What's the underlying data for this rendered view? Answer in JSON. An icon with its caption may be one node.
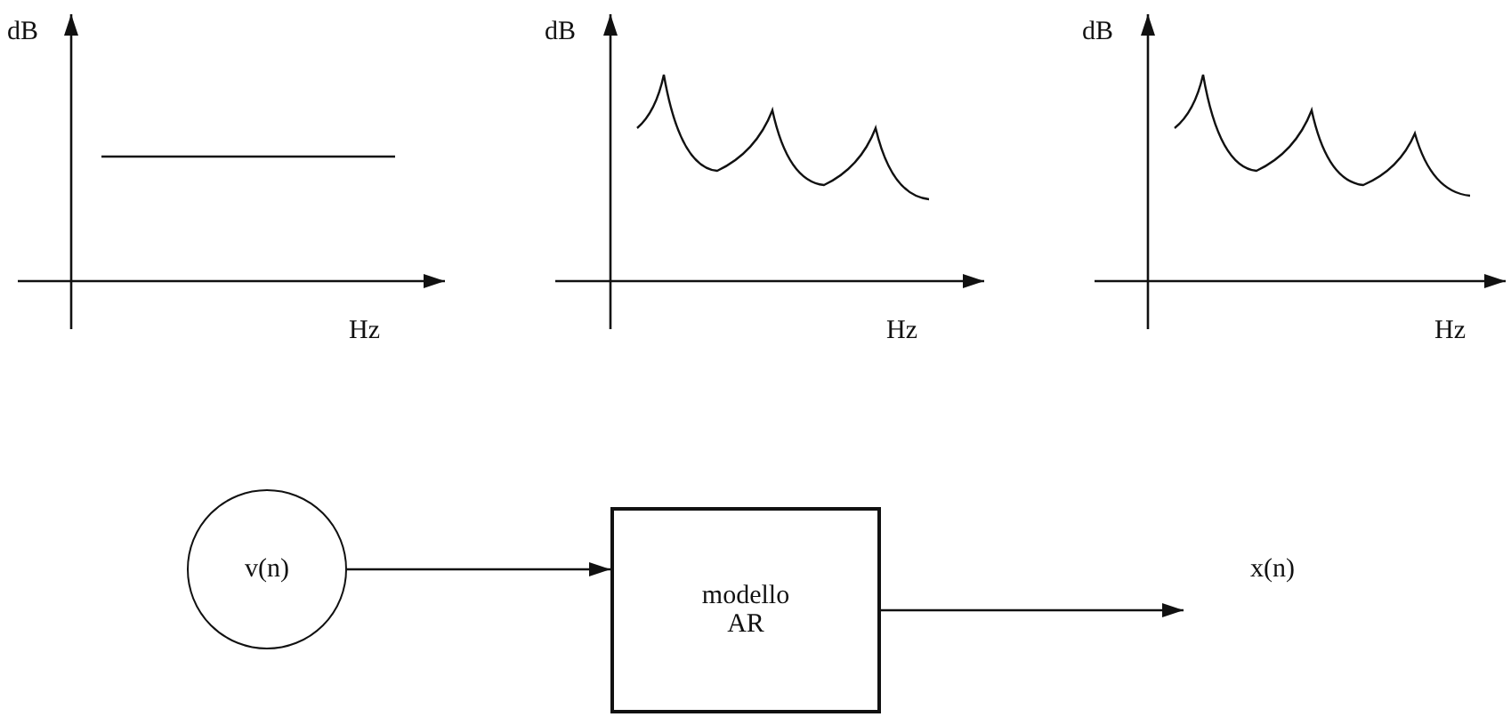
{
  "diagram": {
    "nodes": [
      {
        "text": [
          "v(n)"
        ]
      },
      {
        "text": [
          "modello AR"
        ]
      },
      {
        "text": [
          "x(n)"
        ]
      }
    ],
    "edges": [
      {
        "from": 0,
        "to": 1,
        "arrow": "to"
      },
      {
        "from": 1,
        "to": 2,
        "arrow": "to"
      }
    ],
    "labels": [
      "dB",
      "Hz",
      "dB",
      "Hz",
      "dB",
      "Hz"
    ]
  }
}
